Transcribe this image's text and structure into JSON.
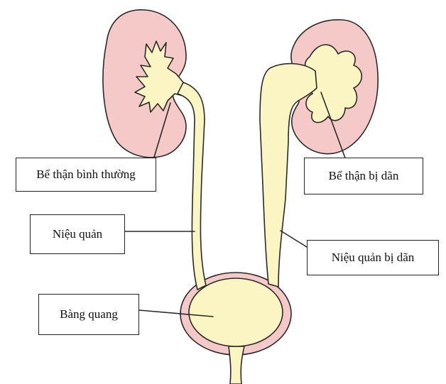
{
  "labels": {
    "normal_renal_pelvis": "Bể thận bình thường",
    "dilated_renal_pelvis": "Bể thận bị dãn",
    "ureter": "Niệu quản",
    "dilated_ureter": "Niệu quản bị dãn",
    "bladder": "Bàng quang"
  },
  "colors": {
    "kidney": "#f5c9c8",
    "urinary_tract": "#fbf4c3",
    "outline": "#2a2a2a",
    "background": "#ffffff"
  }
}
